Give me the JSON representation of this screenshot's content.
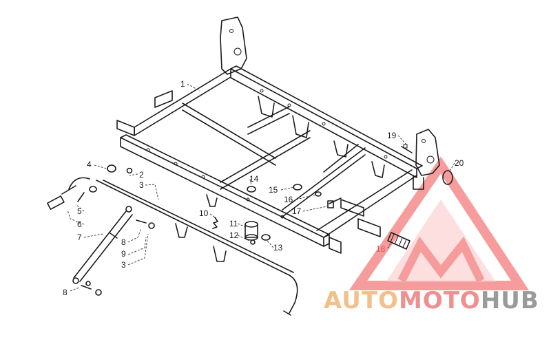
{
  "callouts": [
    {
      "id": "c1",
      "text": "1"
    },
    {
      "id": "c2",
      "text": "2"
    },
    {
      "id": "c3a",
      "text": "3"
    },
    {
      "id": "c3b",
      "text": "3"
    },
    {
      "id": "c4",
      "text": "4"
    },
    {
      "id": "c5",
      "text": "5"
    },
    {
      "id": "c6",
      "text": "6"
    },
    {
      "id": "c7",
      "text": "7"
    },
    {
      "id": "c8a",
      "text": "8"
    },
    {
      "id": "c8b",
      "text": "8"
    },
    {
      "id": "c9",
      "text": "9"
    },
    {
      "id": "c10",
      "text": "10"
    },
    {
      "id": "c11",
      "text": "11"
    },
    {
      "id": "c12",
      "text": "12"
    },
    {
      "id": "c13",
      "text": "13"
    },
    {
      "id": "c14",
      "text": "14"
    },
    {
      "id": "c15",
      "text": "15"
    },
    {
      "id": "c16",
      "text": "16"
    },
    {
      "id": "c17",
      "text": "17"
    },
    {
      "id": "c18",
      "text": "18"
    },
    {
      "id": "c19",
      "text": "19"
    },
    {
      "id": "c20",
      "text": "20"
    }
  ],
  "watermark": {
    "part1": "AUTO",
    "part2": "MOTO",
    "part3": "HUB",
    "colors": {
      "auto": "#f2c08a",
      "moto": "#ef8f8f",
      "hub": "#9a9a9a",
      "triangle": "#f47c7c"
    }
  }
}
